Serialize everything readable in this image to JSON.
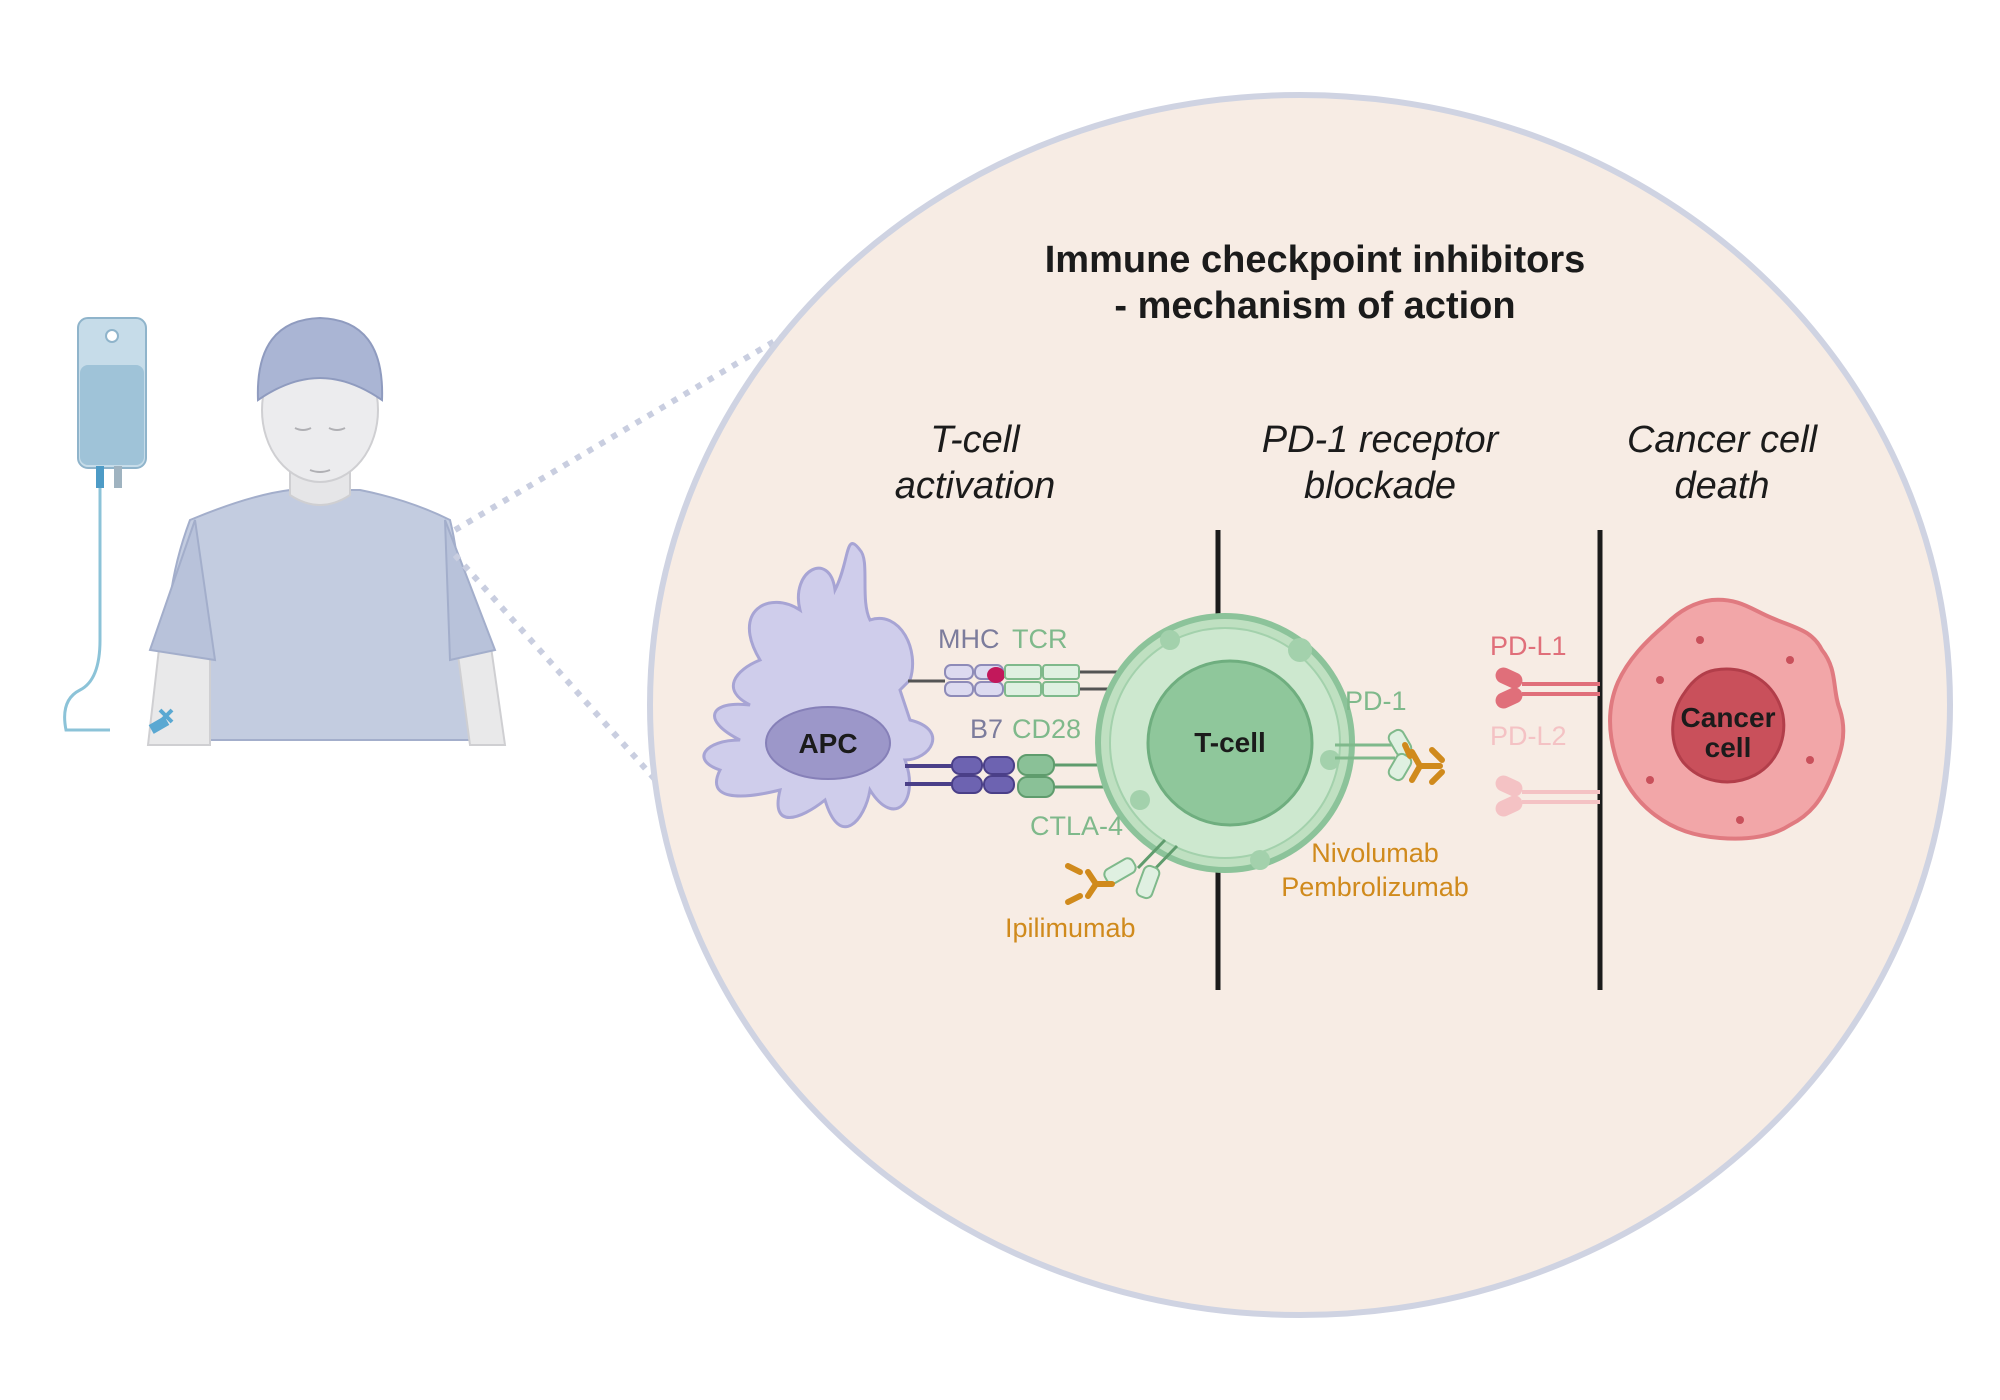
{
  "title": {
    "line1": "Immune checkpoint inhibitors",
    "line2": "- mechanism of action"
  },
  "sections": [
    {
      "line1": "T-cell",
      "line2": "activation"
    },
    {
      "line1": "PD-1 receptor",
      "line2": "blockade"
    },
    {
      "line1": "Cancer cell",
      "line2": "death"
    }
  ],
  "cells": {
    "apc": "APC",
    "tcell": "T-cell",
    "cancer_line1": "Cancer",
    "cancer_line2": "cell"
  },
  "molecules": {
    "mhc": "MHC",
    "tcr": "TCR",
    "b7": "B7",
    "cd28": "CD28",
    "ctla4": "CTLA-4",
    "pd1": "PD-1",
    "pdl1": "PD-L1",
    "pdl2": "PD-L2"
  },
  "drugs": {
    "ipilimumab": "Ipilimumab",
    "nivolumab": "Nivolumab",
    "pembrolizumab": "Pembrolizumab"
  },
  "colors": {
    "circle_fill": "#f7ece4",
    "circle_stroke": "#cfd3e2",
    "apc": "#cfcdeb",
    "tcell": "#bfe0c1",
    "cancer": "#f2a6a8",
    "antibody": "#d08a1c",
    "mhc_label": "#7c7c9c",
    "tcell_label": "#7fb98b",
    "pdl1": "#e06f7a",
    "pdl2": "#f4c2c4"
  }
}
